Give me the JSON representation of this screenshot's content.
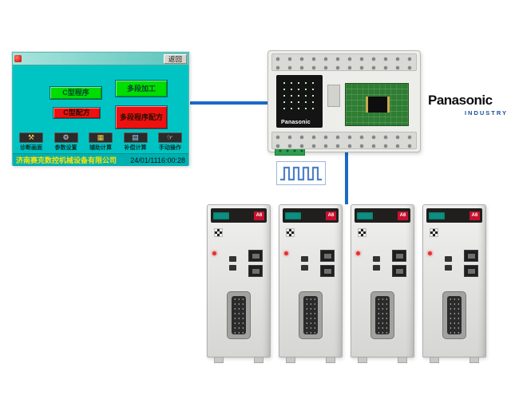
{
  "colors": {
    "connection_line": "#1b6ac6",
    "hmi_screen": "#00c4c4",
    "hmi_statusbar": "#00b0b0",
    "button_green": "#00dd00",
    "button_red": "#ee1111",
    "brand_blue": "#1a4f9c",
    "servo_badge_red": "#c8102e"
  },
  "hmi": {
    "titlebar": {
      "back_label": "返回"
    },
    "buttons": [
      {
        "label": "C型程序"
      },
      {
        "label": "多段加工"
      },
      {
        "label": "C型配方"
      },
      {
        "label": "多段程序配方"
      }
    ],
    "toolbar": [
      {
        "label": "诊断画面",
        "icon": "tools-icon",
        "glyph": "⚒"
      },
      {
        "label": "参数设置",
        "icon": "gear-icon",
        "glyph": "⚙"
      },
      {
        "label": "辅助计算",
        "icon": "calculator-icon",
        "glyph": "▦"
      },
      {
        "label": "补偿计算",
        "icon": "calculator-icon",
        "glyph": "▤"
      },
      {
        "label": "手动操作",
        "icon": "hand-icon",
        "glyph": "☞"
      }
    ],
    "statusbar": {
      "company": "济南赛克数控机械设备有限公司",
      "datetime": "24/01/1116:00:28"
    }
  },
  "plc": {
    "brand": "Panasonic"
  },
  "brand": {
    "name": "Panasonic",
    "sub": "INDUSTRY"
  },
  "servos": {
    "count": 4,
    "badge": "A6"
  }
}
